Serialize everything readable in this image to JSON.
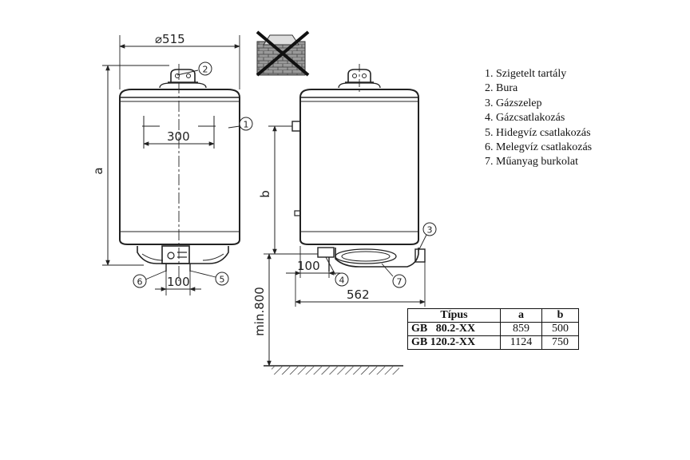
{
  "dimensions": {
    "diameter": "⌀515",
    "height_a": "a",
    "height_b": "b",
    "mount_width": "300",
    "bottom_left": "100",
    "bottom_right": "100",
    "depth": "562",
    "clearance": "min.800"
  },
  "callouts": [
    "1",
    "2",
    "3",
    "4",
    "5",
    "6",
    "7"
  ],
  "legend": [
    "1. Szigetelt tartály",
    "2. Bura",
    "3. Gázszelep",
    "4. Gázcsatlakozás",
    "5. Hidegvíz csatlakozás",
    "6. Melegvíz csatlakozás",
    "7. Műanyag burkolat"
  ],
  "table": {
    "headers": [
      "Típus",
      "a",
      "b"
    ],
    "rows": [
      [
        "GB   80.2-XX",
        "859",
        "500"
      ],
      [
        "GB 120.2-XX",
        "1124",
        "750"
      ]
    ]
  },
  "icons": {
    "no_chimney": "crossed-chimney-icon"
  }
}
